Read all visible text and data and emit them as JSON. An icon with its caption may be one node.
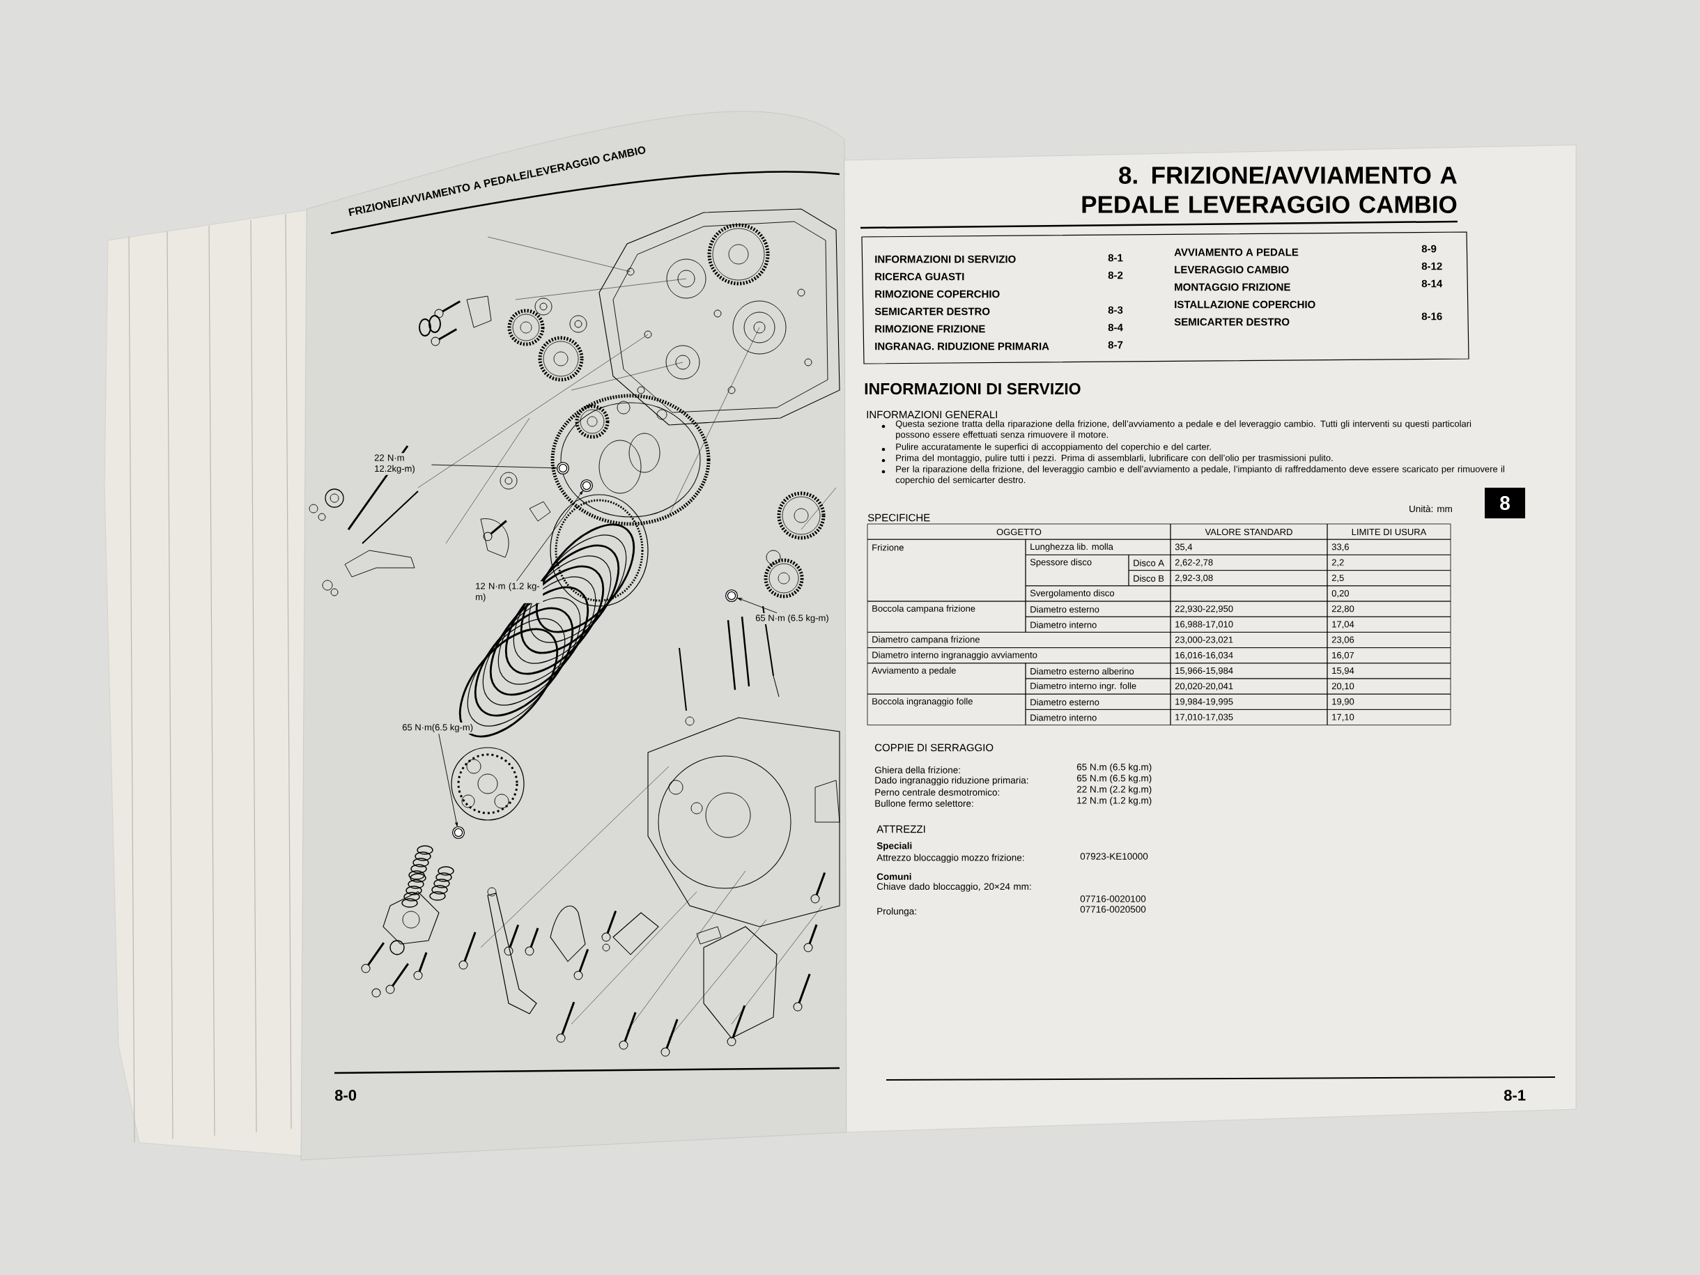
{
  "diagram": {
    "title": "8. FRIZIONE/AVVIAMENTO A PEDALE LEVERAGGIO CAMBIO",
    "nodes": [
      {
        "text": [
          "22 N·m 12.2kg-m)"
        ]
      },
      {
        "text": [
          "12 N·m (1.2 kg-m)"
        ]
      },
      {
        "text": [
          "65 N·m (6.5 kg-m)"
        ]
      },
      {
        "text": [
          "65 N·m(6.5 kg-m)"
        ]
      },
      {
        "text": [],
        "shape": "circle"
      },
      {
        "text": [],
        "shape": "circle"
      },
      {
        "text": [],
        "shape": "circle"
      },
      {
        "text": [],
        "shape": "circle"
      }
    ],
    "edges": [
      {
        "from": 0,
        "to": 4,
        "arrow": "to"
      },
      {
        "from": 1,
        "to": 5,
        "arrow": "to"
      },
      {
        "from": 2,
        "to": 6,
        "arrow": "to"
      },
      {
        "from": 3,
        "to": 7,
        "arrow": "to"
      }
    ],
    "labels": [
      "FRIZIONE/AVVIAMENTO A PEDALE/LEVERAGGIO CAMBIO",
      "8-0",
      "INFORMAZIONI DI SERVIZIO",
      "8-1",
      "RICERCA GUASTI",
      "8-2",
      "RIMOZIONE COPERCHIO",
      "SEMICARTER DESTRO",
      "8-3",
      "RIMOZIONE FRIZIONE",
      "8-4",
      "INGRANAG. RIDUZIONE PRIMARIA",
      "8-7",
      "AVVIAMENTO A PEDALE",
      "8-9",
      "LEVERAGGIO CAMBIO",
      "8-12",
      "MONTAGGIO FRIZIONE",
      "8-14",
      "ISTALLAZIONE COPERCHIO",
      "SEMICARTER DESTRO",
      "8-16",
      "INFORMAZIONI DI SERVIZIO",
      "INFORMAZIONI GENERALI",
      "Questa sezione tratta della riparazione della frizione, dell’avviamento a pedale e del leveraggio cambio. Tutti gli interventi su questi particolari possono essere effettuati senza rimuovere il motore.",
      "Pulire accuratamente le superfici di accoppiamento del coperchio e del carter.",
      "Prima del montaggio, pulire tutti i pezzi. Prima di assemblarli, lubrificare con dell’olio per trasmissioni pulito.",
      "Per la riparazione della frizione, del leveraggio cambio e dell’avviamento a pedale, l’impianto di raffreddamento deve essere scaricato per rimuovere il coperchio del semicarter destro.",
      "8",
      "SPECIFICHE",
      "Unità: mm",
      "OGGETTO",
      "VALORE STANDARD",
      "LIMITE DI USURA",
      "Frizione",
      "Lunghezza lib. molla",
      "35,4",
      "33,6",
      "Spessore disco",
      "Disco A",
      "2,62-2,78",
      "2,2",
      "Disco B",
      "2,92-3,08",
      "2,5",
      "Svergolamento disco",
      "0,20",
      "Boccola campana frizione",
      "Diametro esterno",
      "22,930-22,950",
      "22,80",
      "Diametro interno",
      "16,988-17,010",
      "17,04",
      "Diametro campana frizione",
      "23,000-23,021",
      "23,06",
      "Diametro interno ingranaggio avviamento",
      "16,016-16,034",
      "16,07",
      "Avviamento a pedale",
      "Diametro esterno alberino",
      "15,966-15,984",
      "15,94",
      "Diametro interno ingr. folle",
      "20,020-20,041",
      "20,10",
      "Boccola ingranaggio folle",
      "Diametro esterno",
      "19,984-19,995",
      "19,90",
      "Diametro interno",
      "17,010-17,035",
      "17,10",
      "COPPIE DI SERRAGGIO",
      "Ghiera della frizione:",
      "65 N.m (6.5 kg.m)",
      "Dado ingranaggio riduzione primaria:",
      "65 N.m (6.5 kg.m)",
      "Perno centrale desmotromico:",
      "22 N.m (2.2 kg.m)",
      "Bullone fermo selettore:",
      "12 N.m (1.2 kg.m)",
      "ATTREZZI",
      "Speciali",
      "Attrezzo bloccaggio mozzo frizione:",
      "07923-KE10000",
      "Comuni",
      "Chiave dado bloccaggio, 20×24 mm:",
      "07716-0020100",
      "Prolunga:",
      "07716-0020500",
      "8-1"
    ]
  }
}
